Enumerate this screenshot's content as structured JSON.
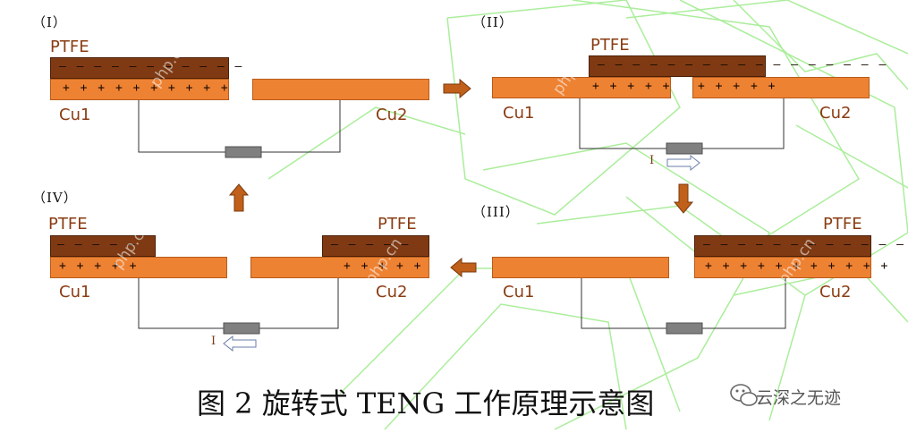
{
  "panels": {
    "p1": {
      "label": "（I）",
      "ptfe": "PTFE",
      "cu1": "Cu1",
      "cu2": "Cu2",
      "neg": "– – – – – – – – – – –",
      "pos": "+ + + + + + + + + +"
    },
    "p2": {
      "label": "（II）",
      "ptfe": "PTFE",
      "cu1": "Cu1",
      "cu2": "Cu2",
      "neg": "– – – – – – – – – – – – – – – – –",
      "pos_left": "+ + + + +",
      "pos_right": "+ + + + +",
      "current": "I"
    },
    "p3": {
      "label": "（III）",
      "ptfe": "PTFE",
      "cu1": "Cu1",
      "cu2": "Cu2",
      "neg": "– – – – – – – – – – – – –",
      "pos": "+ + + + + + + + + + +"
    },
    "p4": {
      "label": "（IV）",
      "ptfe_left": "PTFE",
      "ptfe_right": "PTFE",
      "cu1": "Cu1",
      "cu2": "Cu2",
      "neg_left": "– – – – –",
      "neg_right": "– – – – –",
      "pos_left": "+ + + + +",
      "pos_right": "+ + + + +",
      "current": "I"
    }
  },
  "caption": "图 2  旋转式 TENG 工作原理示意图",
  "watermark": {
    "account": "云深之无迹",
    "site": "php.cn"
  },
  "colors": {
    "copper": "#ee8233",
    "ptfe": "#7f3a13",
    "arrow": "#c0601a",
    "watermark": "#8fe87a"
  },
  "icons": [
    "right-arrow-icon",
    "down-arrow-icon",
    "left-arrow-icon",
    "up-arrow-icon",
    "wechat-icon"
  ]
}
